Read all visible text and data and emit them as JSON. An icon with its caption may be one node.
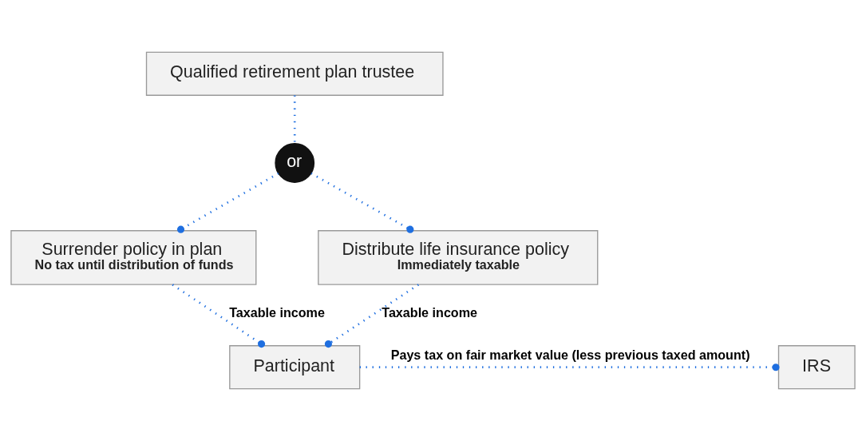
{
  "diagram": {
    "nodes": [
      {
        "text": [
          "Qualified retirement plan trustee"
        ]
      },
      {
        "text": [
          "or"
        ]
      },
      {
        "text": [
          "Surrender policy in plan",
          "No tax until distribution of funds"
        ]
      },
      {
        "text": [
          "Distribute life insurance policy",
          "Immediately taxable"
        ]
      },
      {
        "text": [
          "Participant"
        ]
      },
      {
        "text": [
          "IRS"
        ]
      }
    ],
    "edges": [
      {
        "from": 0,
        "to": 1,
        "arrow": "none"
      },
      {
        "from": 1,
        "to": 2,
        "arrow": "other"
      },
      {
        "from": 1,
        "to": 3,
        "arrow": "other"
      },
      {
        "from": 2,
        "to": 4,
        "arrow": "other",
        "label": "Taxable income"
      },
      {
        "from": 3,
        "to": 4,
        "arrow": "other",
        "label": "Taxable income"
      },
      {
        "from": 4,
        "to": 5,
        "arrow": "other",
        "label": "Pays tax on fair market value (less previous taxed amount)"
      }
    ]
  }
}
